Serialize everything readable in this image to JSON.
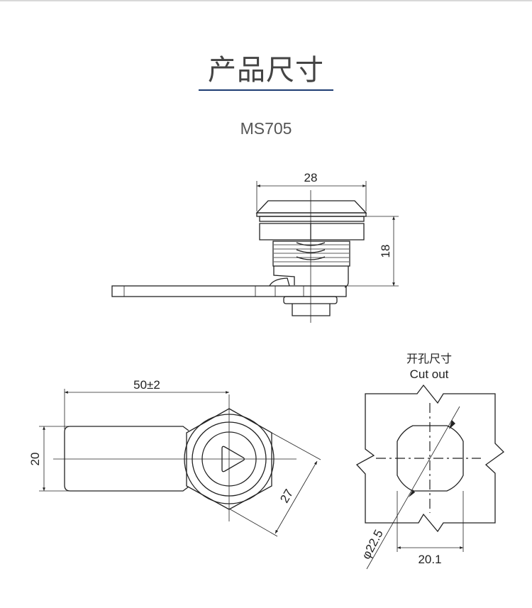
{
  "header": {
    "title": "产品尺寸",
    "model": "MS705",
    "accent_color": "#1e3c72"
  },
  "side_view": {
    "width_dim": "28",
    "height_dim": "18"
  },
  "front_view": {
    "length_dim": "50±2",
    "width_dim": "20",
    "hex_dim": "27"
  },
  "cutout": {
    "title_cn": "开孔尺寸",
    "title_en": "Cut out",
    "diameter_dim": "φ22.5",
    "flat_dim": "20.1"
  }
}
